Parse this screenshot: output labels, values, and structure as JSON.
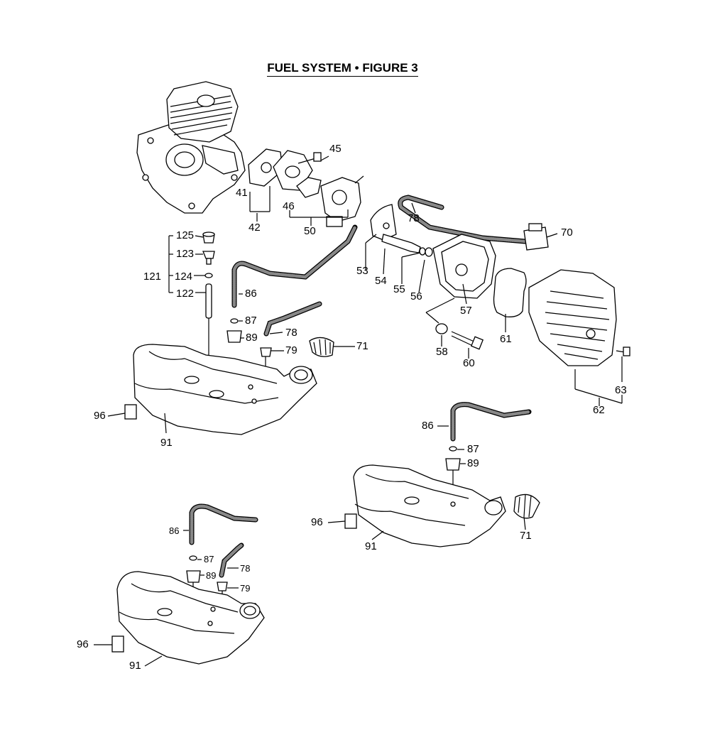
{
  "title": "FUEL SYSTEM  •  FIGURE 3",
  "callouts": {
    "c45": "45",
    "c41": "41",
    "c46": "46",
    "c42": "42",
    "c50": "50",
    "c78a": "78",
    "c70": "70",
    "c53": "53",
    "c54": "54",
    "c55": "55",
    "c56": "56",
    "c57": "57",
    "c61": "61",
    "c58": "58",
    "c60": "60",
    "c63": "63",
    "c62": "62",
    "c125": "125",
    "c123": "123",
    "c121": "121",
    "c124": "124",
    "c122": "122",
    "c86a": "86",
    "c87a": "87",
    "c78b": "78",
    "c89a": "89",
    "c79a": "79",
    "c71a": "71",
    "c96a": "96",
    "c91a": "91",
    "c86b": "86",
    "c87b": "87",
    "c89b": "89",
    "c96b": "96",
    "c91b": "91",
    "c71b": "71",
    "c86c": "86",
    "c87c": "87",
    "c78c": "78",
    "c89c": "89",
    "c79c": "79",
    "c96c": "96",
    "c91c": "91"
  }
}
